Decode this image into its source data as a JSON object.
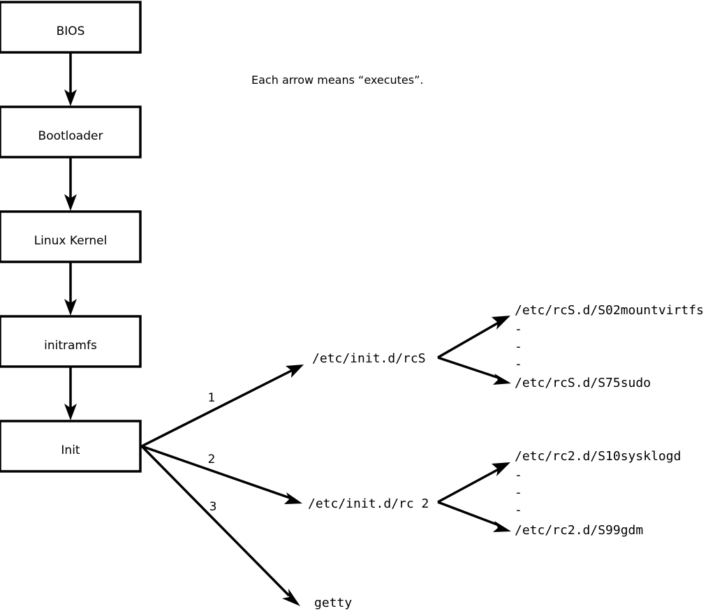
{
  "diagram": {
    "title_note": "Each arrow means “executes”.",
    "boot_chain": [
      {
        "id": "bios",
        "label": "BIOS"
      },
      {
        "id": "bootloader",
        "label": "Bootloader"
      },
      {
        "id": "kernel",
        "label": "Linux Kernel"
      },
      {
        "id": "initramfs",
        "label": "initramfs"
      },
      {
        "id": "init",
        "label": "Init"
      }
    ],
    "init_branches": [
      {
        "number": "1",
        "target": "/etc/init.d/rcS"
      },
      {
        "number": "2",
        "target": "/etc/init.d/rc 2"
      },
      {
        "number": "3",
        "target": "getty"
      }
    ],
    "rcs_scripts": {
      "first": "/etc/rcS.d/S02mountvirtfs",
      "ellipsis": [
        "-",
        "-",
        "-"
      ],
      "last": "/etc/rcS.d/S75sudo"
    },
    "rc2_scripts": {
      "first": "/etc/rc2.d/S10sysklogd",
      "ellipsis": [
        "-",
        "-",
        "-"
      ],
      "last": "/etc/rc2.d/S99gdm"
    },
    "colors": {
      "stroke": "#000000",
      "fill": "#ffffff",
      "text": "#000000"
    }
  }
}
